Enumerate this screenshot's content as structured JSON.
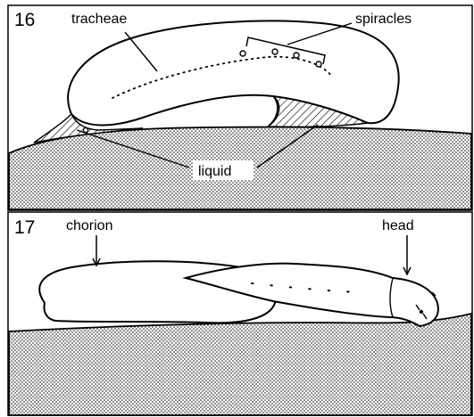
{
  "panels": [
    {
      "number": "16",
      "labels": {
        "tracheae": "tracheae",
        "spiracles": "spiracles",
        "liquid": "liquid"
      }
    },
    {
      "number": "17",
      "labels": {
        "chorion": "chorion",
        "head": "head"
      }
    }
  ],
  "colors": {
    "ink": "#000000",
    "background": "#ffffff",
    "substrate_dots": "#000000"
  }
}
